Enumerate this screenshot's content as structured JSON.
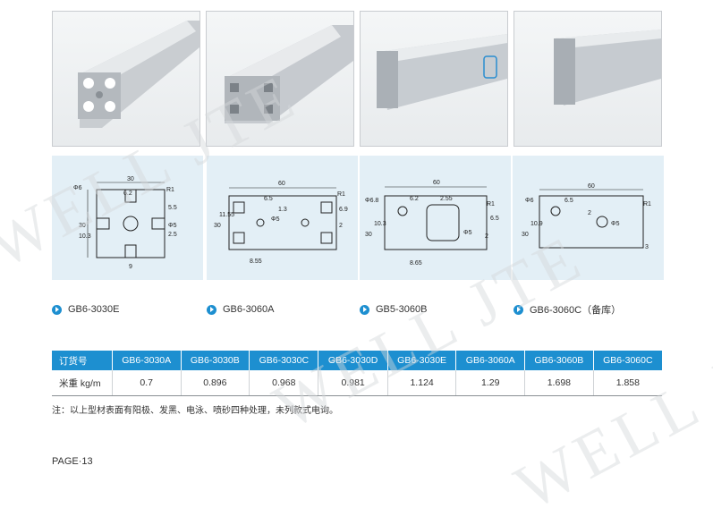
{
  "watermark": "WELL JTE",
  "products": [
    {
      "caption": "GB6-3030E"
    },
    {
      "caption": "GB6-3060A"
    },
    {
      "caption": "GB5-3060B"
    },
    {
      "caption": "GB6-3060C（备库）"
    }
  ],
  "drawings": [
    {
      "dims": [
        "30",
        "6.2",
        "R1",
        "Φ6",
        "5.5",
        "30",
        "10.3",
        "Φ5",
        "2.5",
        "9"
      ]
    },
    {
      "dims": [
        "60",
        "6.5",
        "R1",
        "1.3",
        "6.9",
        "Φ5",
        "2",
        "30",
        "11.55",
        "8.55"
      ]
    },
    {
      "dims": [
        "60",
        "Φ6.8",
        "6.2",
        "2.55",
        "R1",
        "6.5",
        "30",
        "10.3",
        "Φ5",
        "2",
        "8.65"
      ]
    },
    {
      "dims": [
        "60",
        "Φ6",
        "6.5",
        "R1",
        "2",
        "Φ5",
        "30",
        "10.9",
        "3"
      ]
    }
  ],
  "table": {
    "header_label": "订货号",
    "models": [
      "GB6-3030A",
      "GB6-3030B",
      "GB6-3030C",
      "GB6-3030D",
      "GB6-3030E",
      "GB6-3060A",
      "GB6-3060B",
      "GB6-3060C"
    ],
    "row_label": "米重 kg/m",
    "weights": [
      "0.7",
      "0.896",
      "0.968",
      "0.981",
      "1.124",
      "1.29",
      "1.698",
      "1.858"
    ]
  },
  "note": "注：以上型材表面有阳极、发黑、电泳、喷砂四种处理，未列款式电询。",
  "page_label": "PAGE·13"
}
